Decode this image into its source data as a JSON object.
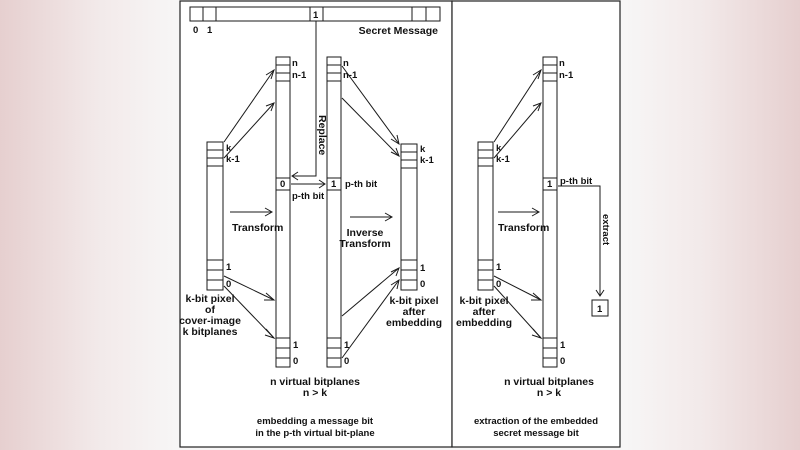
{
  "secret_message": {
    "label": "Secret Message",
    "bit_index_0": "0",
    "bit_index_1": "1",
    "highlight_bit": "1"
  },
  "embedding": {
    "cover_column": {
      "top_labels": [
        "k",
        "k-1"
      ],
      "bottom_labels": [
        "1",
        "0"
      ],
      "caption": [
        "k-bit pixel",
        "of",
        "cover-image",
        "k bitplanes"
      ]
    },
    "virtual_column": {
      "top_labels": [
        "n",
        "n-1"
      ],
      "bottom_labels": [
        "1",
        "0"
      ],
      "p_bit_value": "0",
      "p_bit_label": "p-th bit"
    },
    "embedded_column": {
      "top_labels": [
        "n",
        "n-1"
      ],
      "bottom_labels": [
        "1",
        "0"
      ],
      "p_bit_value": "1",
      "p_bit_label": "p-th bit"
    },
    "result_column": {
      "top_labels": [
        "k",
        "k-1"
      ],
      "bottom_labels": [
        "1",
        "0"
      ],
      "caption": [
        "k-bit pixel",
        "after",
        "embedding"
      ]
    },
    "transform_label": "Transform",
    "replace_label": "Replace",
    "inverse_transform_label": [
      "Inverse",
      "Transform"
    ],
    "virtual_caption": [
      "n virtual bitplanes",
      "n > k"
    ],
    "panel_caption": [
      "embedding a message bit",
      "in the p-th virtual bit-plane"
    ]
  },
  "extraction": {
    "stego_column": {
      "top_labels": [
        "k",
        "k-1"
      ],
      "bottom_labels": [
        "1",
        "0"
      ],
      "caption": [
        "k-bit pixel",
        "after",
        "embedding"
      ]
    },
    "virtual_column": {
      "top_labels": [
        "n",
        "n-1"
      ],
      "bottom_labels": [
        "1",
        "0"
      ],
      "p_bit_value": "1",
      "p_bit_label": "p-th bit"
    },
    "transform_label": "Transform",
    "extract_label": "extract",
    "extracted_value": "1",
    "virtual_caption": [
      "n virtual bitplanes",
      "n > k"
    ],
    "panel_caption": [
      "extraction of the embedded",
      "secret message bit"
    ]
  },
  "colors": {
    "line": "#1a1a1a",
    "panel_bg": "#ffffff",
    "margin_tint": "#e6cfcf"
  }
}
